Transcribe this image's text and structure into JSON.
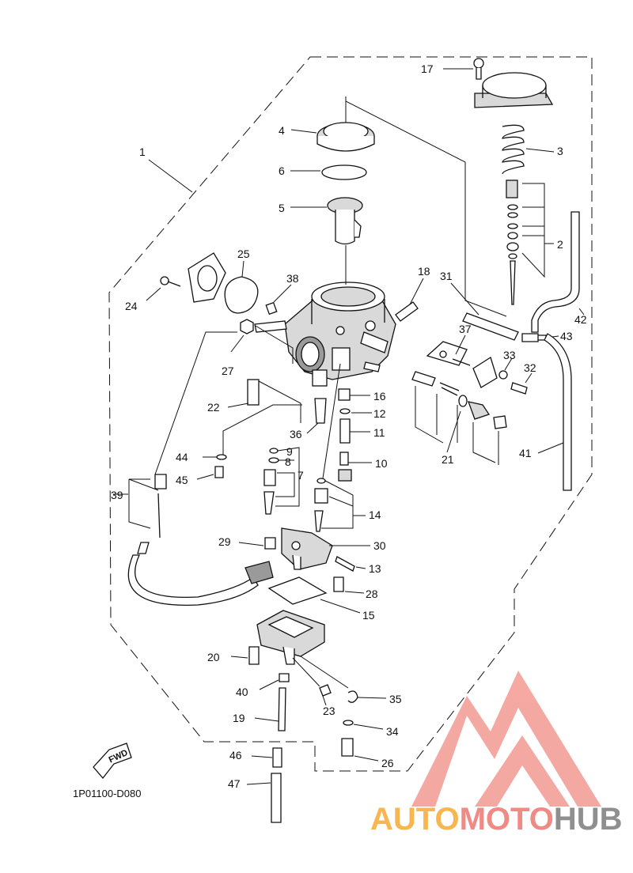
{
  "diagram_code": "1P01100-D080",
  "fwd_label": "FWD",
  "watermark": {
    "part1": "AUTO",
    "part2": "MOTO",
    "part3": "HUB"
  },
  "colors": {
    "line": "#111111",
    "watermark_red": "#f39a92",
    "watermark_orange": "#f7b64f",
    "watermark_gray": "#8f8f8f"
  },
  "callouts": {
    "c1": "1",
    "c2": "2",
    "c3": "3",
    "c4": "4",
    "c5": "5",
    "c6": "6",
    "c7": "7",
    "c8": "8",
    "c9": "9",
    "c10": "10",
    "c11": "11",
    "c12": "12",
    "c13": "13",
    "c14": "14",
    "c15": "15",
    "c16": "16",
    "c17": "17",
    "c18": "18",
    "c19": "19",
    "c20": "20",
    "c21": "21",
    "c22": "22",
    "c23": "23",
    "c24": "24",
    "c25": "25",
    "c26": "26",
    "c27": "27",
    "c28": "28",
    "c29": "29",
    "c30": "30",
    "c31": "31",
    "c32": "32",
    "c33": "33",
    "c34": "34",
    "c35": "35",
    "c36": "36",
    "c37": "37",
    "c38": "38",
    "c39": "39",
    "c40": "40",
    "c41": "41",
    "c42": "42",
    "c43": "43",
    "c44": "44",
    "c45": "45",
    "c46": "46",
    "c47": "47"
  }
}
